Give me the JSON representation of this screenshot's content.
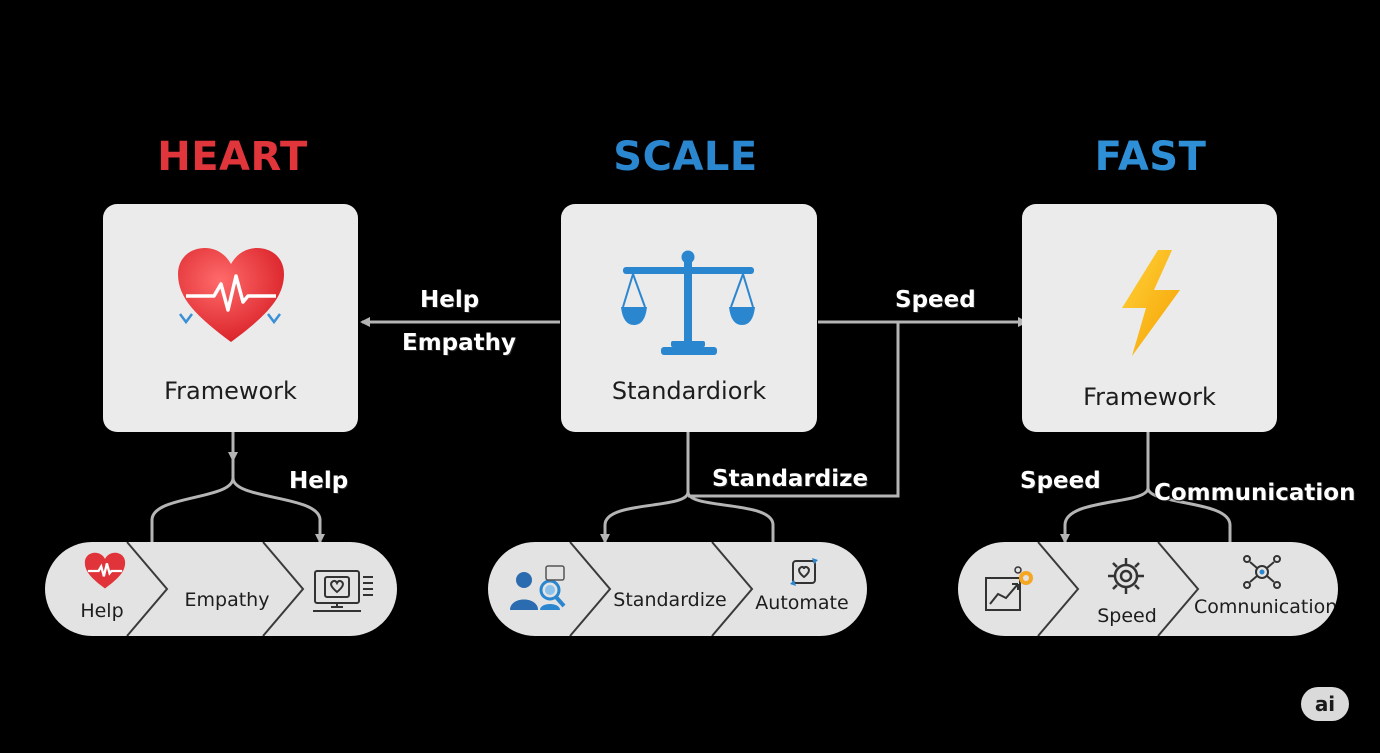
{
  "titles": {
    "heart": "HEART",
    "scale": "SCALE",
    "fast": "FAST"
  },
  "colors": {
    "heart": "#e1353c",
    "scale": "#2b86d0",
    "fast": "#2e8fd6",
    "card": "#ebebeb",
    "pill": "#e3e3e3",
    "connector": "#b5b5b5"
  },
  "cards": {
    "heart": {
      "label": "Framework",
      "icon": "heart-pulse-icon"
    },
    "scale": {
      "label": "Standardiork",
      "icon": "balance-scale-icon"
    },
    "fast": {
      "label": "Framework",
      "icon": "lightning-bolt-icon"
    }
  },
  "connectors": {
    "scale_to_heart_top": "Help",
    "scale_to_heart_bottom": "Empathy",
    "scale_to_fast": "Speed",
    "heart_branch": "Help",
    "scale_branch": "Standardize",
    "fast_branch_left": "Speed",
    "fast_branch_right": "Communication"
  },
  "pills": {
    "heart": [
      {
        "label": "Help",
        "icon": "heart-pulse-icon"
      },
      {
        "label": "Empathy",
        "icon": ""
      },
      {
        "label": "",
        "icon": "monitor-heart-icon"
      }
    ],
    "scale": [
      {
        "label": "",
        "icon": "people-search-icon"
      },
      {
        "label": "Standardize",
        "icon": ""
      },
      {
        "label": "Automate",
        "icon": "automate-cycle-icon"
      }
    ],
    "fast": [
      {
        "label": "",
        "icon": "growth-chart-icon"
      },
      {
        "label": "Speed",
        "icon": "gear-icon"
      },
      {
        "label": "Comnunication",
        "icon": "network-icon"
      }
    ]
  },
  "badge": "ai"
}
